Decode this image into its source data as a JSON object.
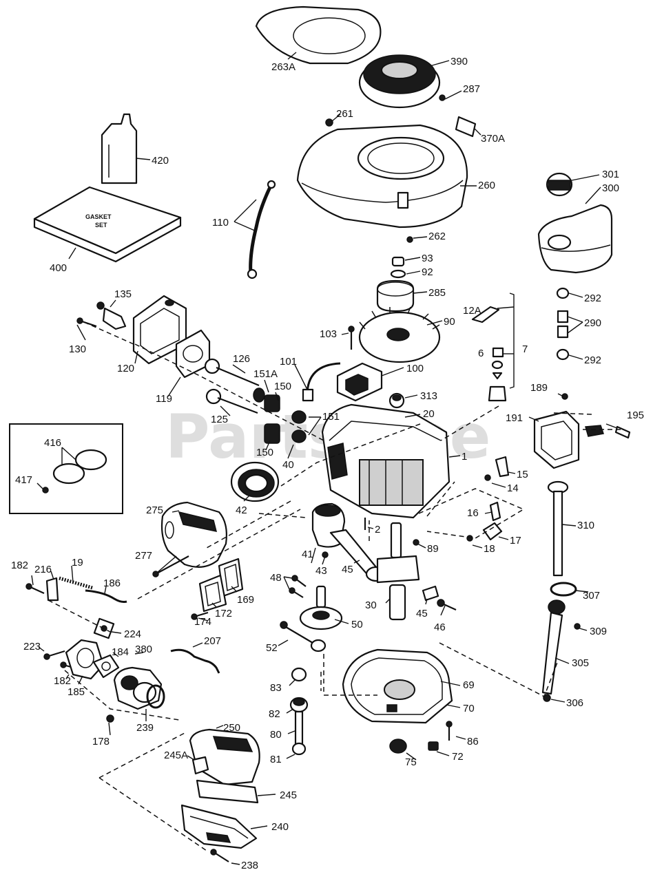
{
  "watermark": "PartsTree",
  "boxes": {
    "gasket_set": {
      "line1": "GASKET",
      "line2": "SET"
    }
  },
  "labels": {
    "p263A": "263A",
    "p390": "390",
    "p287": "287",
    "p261": "261",
    "p370A": "370A",
    "p420": "420",
    "p260": "260",
    "p301": "301",
    "p300": "300",
    "p110": "110",
    "p262": "262",
    "p400": "400",
    "p93": "93",
    "p92": "92",
    "p285": "285",
    "p292a": "292",
    "p135": "135",
    "p12A": "12A",
    "p290": "290",
    "p90": "90",
    "p130": "130",
    "p103": "103",
    "p7": "7",
    "p6": "6",
    "p292b": "292",
    "p126": "126",
    "p101": "101",
    "p100": "100",
    "p120": "120",
    "p151A": "151A",
    "p150a": "150",
    "p119": "119",
    "p313": "313",
    "p189": "189",
    "p20": "20",
    "p191": "191",
    "p195": "195",
    "p125": "125",
    "p151": "151",
    "p416": "416",
    "p150b": "150",
    "p1": "1",
    "p40": "40",
    "p417": "417",
    "p15": "15",
    "p14": "14",
    "p275": "275",
    "p42": "42",
    "p16": "16",
    "p2": "2",
    "p310": "310",
    "p17": "17",
    "p18": "18",
    "p89": "89",
    "p277": "277",
    "p41": "41",
    "p43": "43",
    "p45a": "45",
    "p182a": "182",
    "p216": "216",
    "p19": "19",
    "p186": "186",
    "p48": "48",
    "p169": "169",
    "p307": "307",
    "p30": "30",
    "p172": "172",
    "p45b": "45",
    "p50": "50",
    "p174": "174",
    "p309": "309",
    "p46": "46",
    "p224": "224",
    "p207": "207",
    "p223": "223",
    "p380": "380",
    "p184": "184",
    "p52": "52",
    "p305": "305",
    "p182b": "182",
    "p185": "185",
    "p83": "83",
    "p69": "69",
    "p306": "306",
    "p82": "82",
    "p70": "70",
    "p178": "178",
    "p239": "239",
    "p80": "80",
    "p250": "250",
    "p86": "86",
    "p245A": "245A",
    "p81": "81",
    "p75": "75",
    "p72": "72",
    "p245": "245",
    "p240": "240",
    "p238": "238"
  }
}
